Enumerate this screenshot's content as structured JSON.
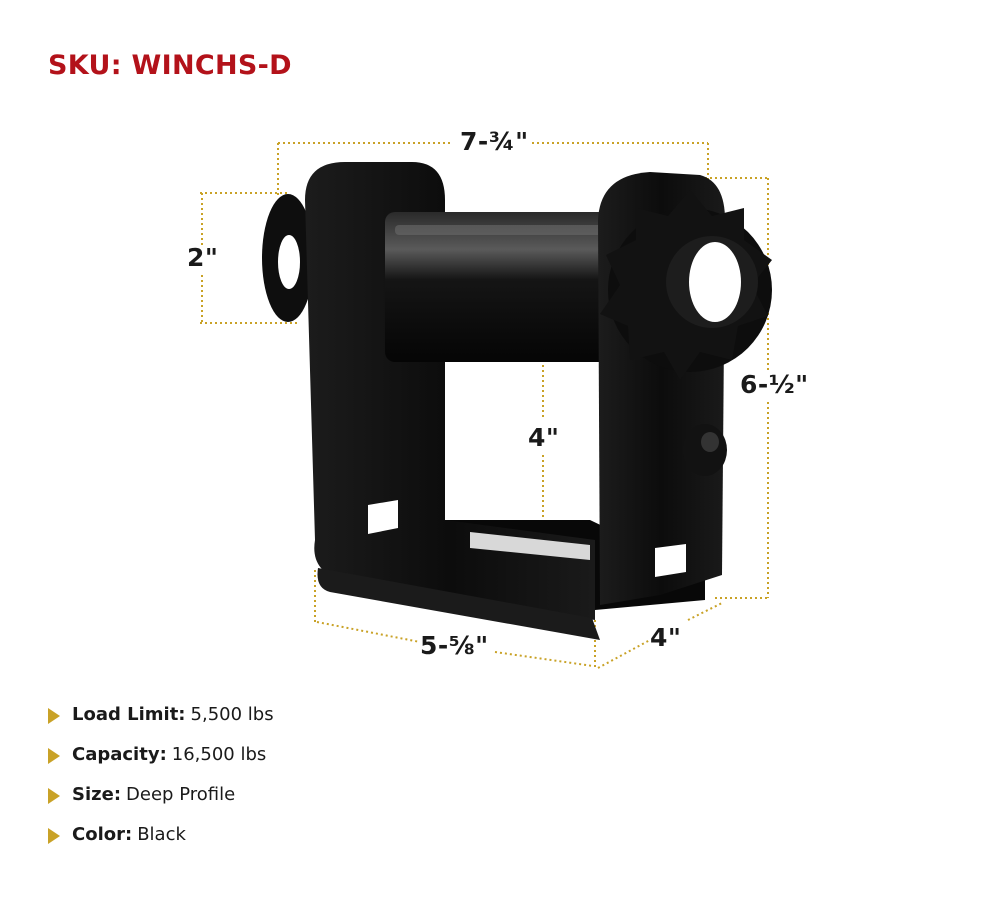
{
  "header": {
    "sku": "SKU: WINCHS-D"
  },
  "dimensions": {
    "top_width": "7-¾\"",
    "eye_height": "2\"",
    "overall_height": "6-½\"",
    "inner_height": "4\"",
    "base_length": "5-⅝\"",
    "depth": "4\""
  },
  "specs": [
    {
      "label": "Load Limit:",
      "value": "5,500 lbs"
    },
    {
      "label": "Capacity:",
      "value": "16,500 lbs"
    },
    {
      "label": "Size:",
      "value": "Deep Profile"
    },
    {
      "label": "Color:",
      "value": "Black"
    }
  ],
  "colors": {
    "sku_red": "#b3121a",
    "dimension_gold": "#c9a227",
    "winch_black": "#0b0b0b"
  }
}
